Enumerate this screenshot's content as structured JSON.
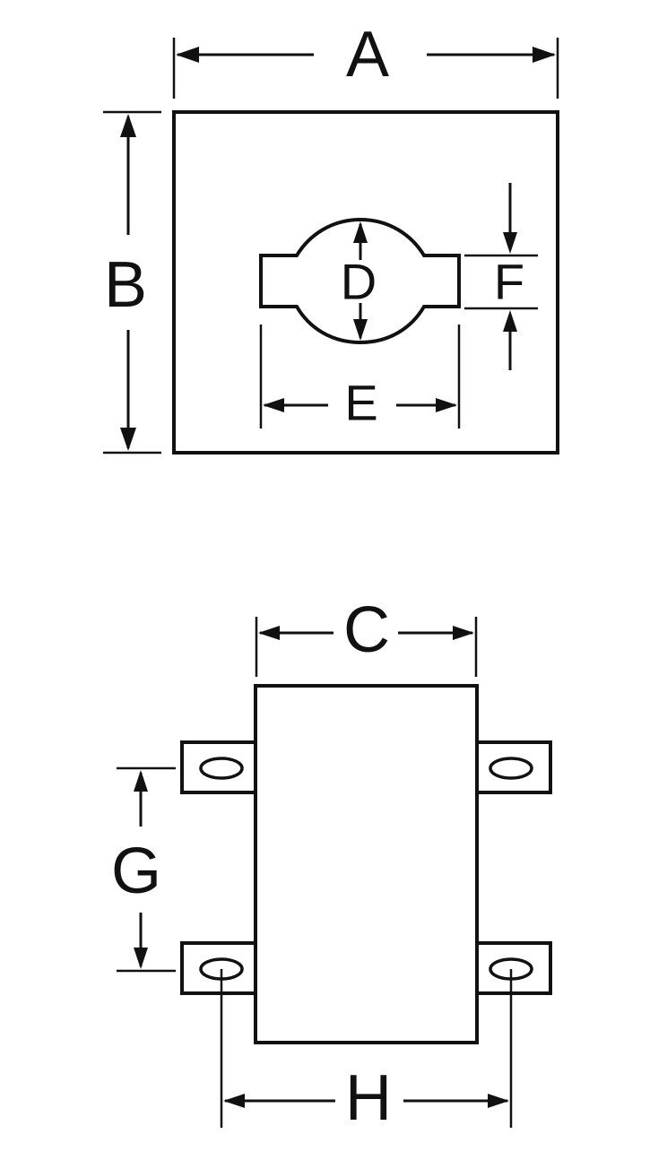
{
  "labels": {
    "a": "A",
    "b": "B",
    "c": "C",
    "d": "D",
    "e": "E",
    "f": "F",
    "g": "G",
    "h": "H"
  },
  "colors": {
    "line": "#111111",
    "background": "#ffffff"
  }
}
